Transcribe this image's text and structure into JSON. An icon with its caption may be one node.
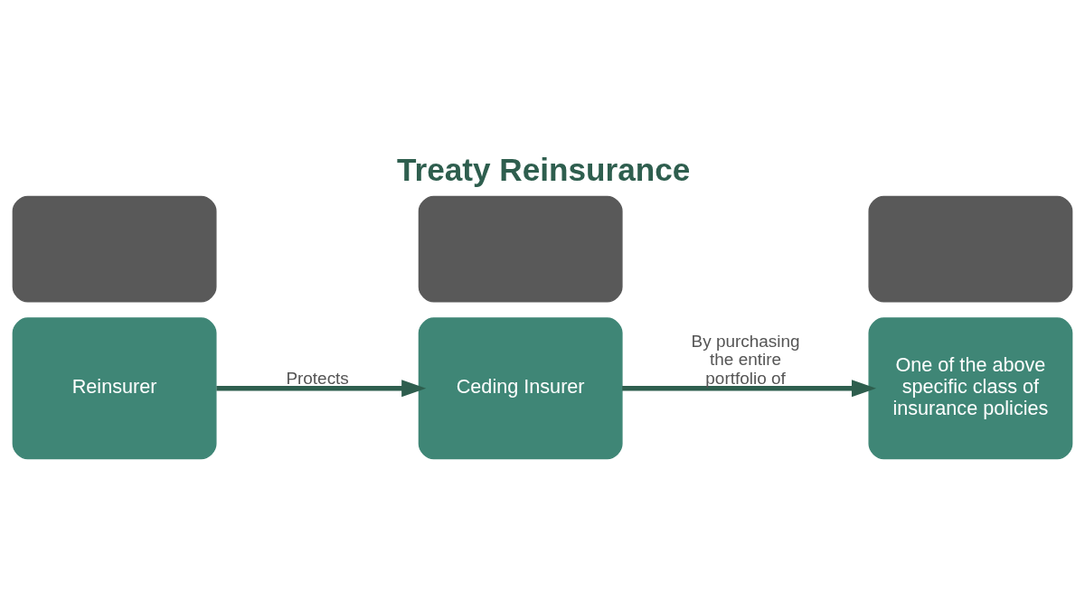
{
  "diagram": {
    "title": "Treaty Reinsurance",
    "nodes": [
      {
        "text": [],
        "shape": "box"
      },
      {
        "text": [
          "Reinsurer"
        ]
      },
      {
        "text": [],
        "shape": "box"
      },
      {
        "text": [
          "Ceding Insurer"
        ]
      },
      {
        "text": [],
        "shape": "box"
      },
      {
        "text": [
          "One of the above specific class of insurance policies"
        ]
      }
    ],
    "edges": [
      {
        "from": 1,
        "to": 3,
        "arrow": "to",
        "label": "Protects"
      },
      {
        "from": 3,
        "to": 5,
        "arrow": "to",
        "label": "By purchasing the entire portfolio of"
      }
    ]
  }
}
